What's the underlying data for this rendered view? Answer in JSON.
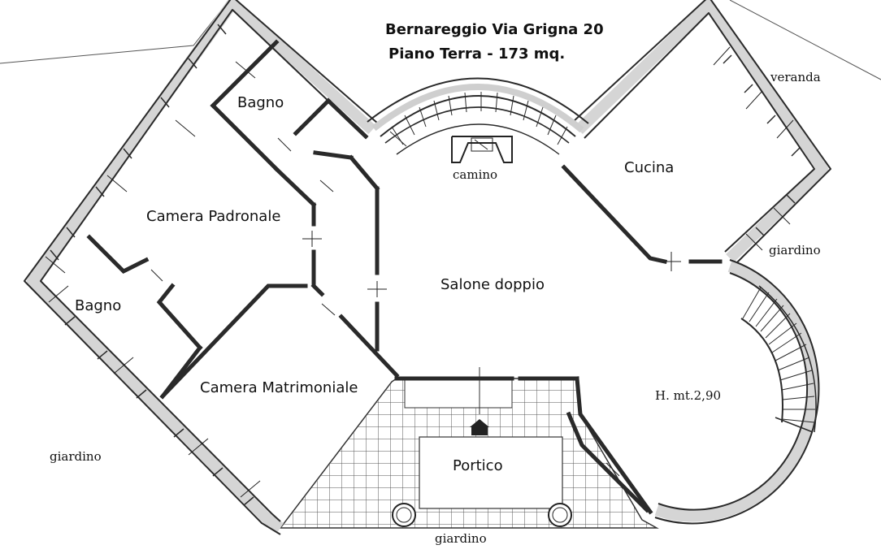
{
  "title": {
    "line1": "Bernareggio Via Grigna 20",
    "line2": "Piano Terra - 173 mq."
  },
  "rooms": {
    "bagno_top": "Bagno",
    "camera_padronale": "Camera Padronale",
    "bagno_left": "Bagno",
    "camera_matrimoniale": "Camera Matrimoniale",
    "salone": "Salone doppio",
    "cucina": "Cucina",
    "portico": "Portico"
  },
  "labels": {
    "camino": "camino",
    "veranda": "veranda",
    "giardino_right": "giardino",
    "giardino_left": "giardino",
    "giardino_bottom": "giardino",
    "height": "H. mt.2,90"
  },
  "colors": {
    "wall": "#3a3a3a",
    "wall_fill": "#d8d8d8",
    "line": "#222222",
    "tile": "#444444"
  }
}
